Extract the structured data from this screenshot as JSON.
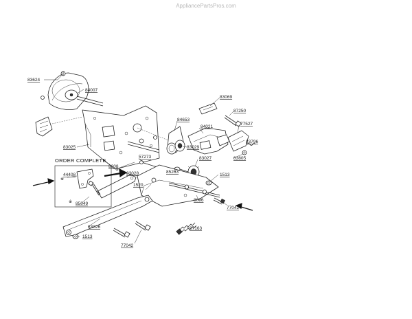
{
  "watermark": "AppliancePartsPros.com",
  "order_complete": "ORDER COMPLETE",
  "callouts": {
    "p83624": "83624",
    "p84007": "84007",
    "p83069": "83069",
    "p87250": "87250",
    "p84653": "84653",
    "p84021": "84021",
    "p77527": "77527",
    "p83796": "83796",
    "p83029a": "83029",
    "p83025": "83025",
    "p83027": "83027",
    "p83805": "83805",
    "p57273": "57273",
    "p8008": "8008",
    "p83028": "83028",
    "p85263": "85263",
    "p1513a": "1513",
    "p1520": "1520",
    "p8096": "8096",
    "p77042a": "77042",
    "p44408": "44408",
    "p85049": "85049",
    "p83026": "83026",
    "p1513b": "1513",
    "p87163": "87163",
    "p77042b": "77042"
  }
}
